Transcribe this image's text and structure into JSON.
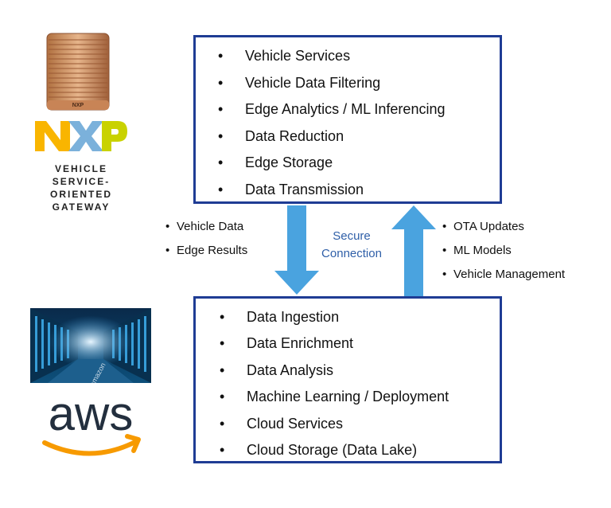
{
  "nxp": {
    "module_label": "NXP",
    "logo_text": "NXP",
    "caption_lines": [
      "VEHICLE",
      "SERVICE-",
      "ORIENTED",
      "GATEWAY"
    ]
  },
  "aws": {
    "logo_text": "aws",
    "server_room_text": "amazon"
  },
  "edge_box": {
    "items": [
      "Vehicle Services",
      "Vehicle Data Filtering",
      "Edge Analytics / ML Inferencing",
      "Data Reduction",
      "Edge Storage",
      "Data Transmission"
    ]
  },
  "cloud_box": {
    "items": [
      "Data Ingestion",
      "Data Enrichment",
      "Data Analysis",
      "Machine Learning / Deployment",
      "Cloud Services",
      "Cloud Storage (Data Lake)"
    ]
  },
  "upload_list": [
    "Vehicle Data",
    "Edge Results"
  ],
  "download_list": [
    "OTA Updates",
    "ML Models",
    "Vehicle Management"
  ],
  "connection_label_lines": [
    "Secure",
    "Connection"
  ],
  "colors": {
    "box_border": "#1f3c94",
    "arrow": "#4aa3df",
    "label": "#2f5fa8",
    "aws_orange": "#f79a00",
    "nxp_yellow": "#f9b500",
    "nxp_blue": "#7bb1db",
    "nxp_green": "#c9d200"
  }
}
